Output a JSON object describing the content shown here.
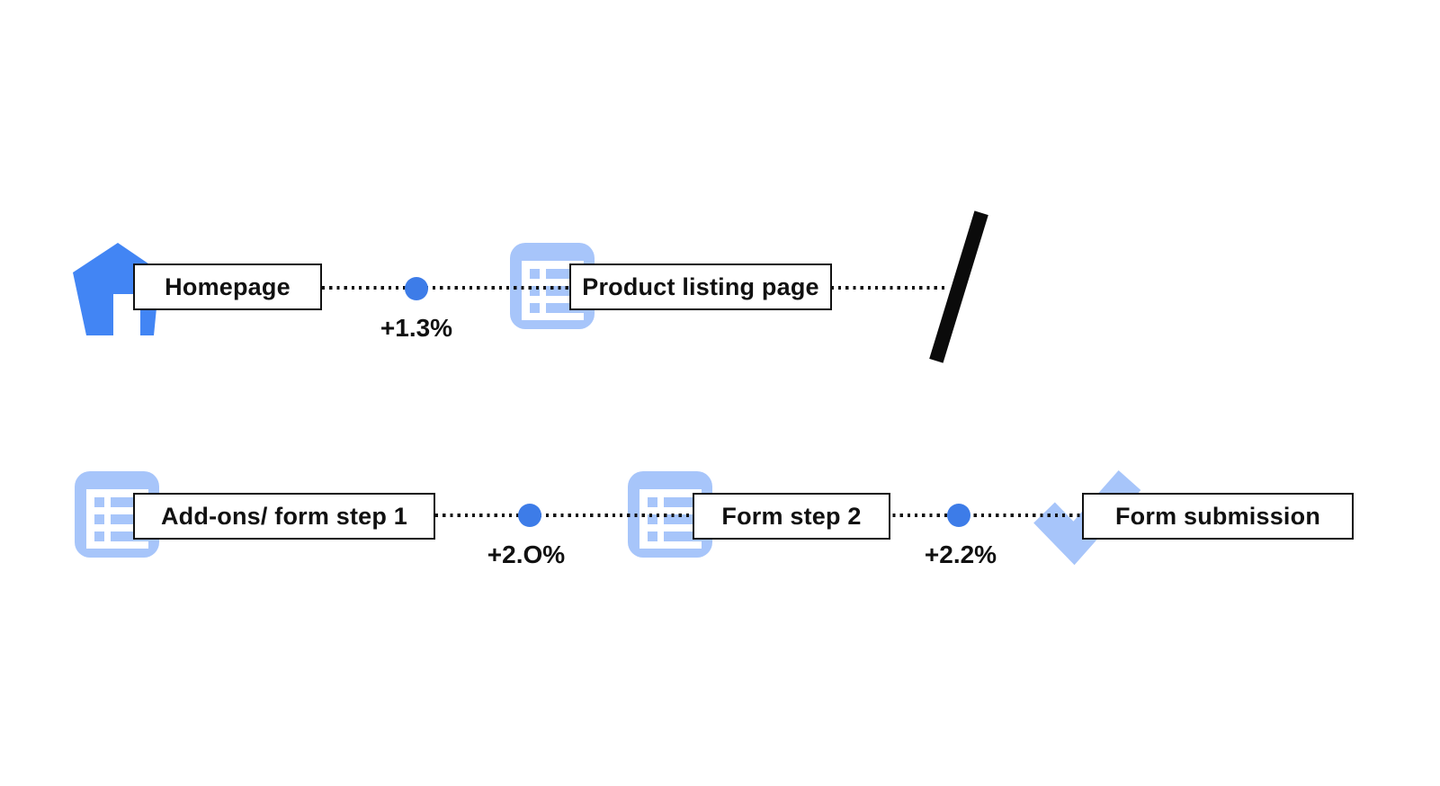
{
  "colors": {
    "primary_blue": "#4285F4",
    "dot_blue": "#3D7CE8",
    "light_blue": "#A7C5FA",
    "line_black": "#111111",
    "background": "#FFFFFF"
  },
  "diagram": {
    "row1": {
      "node1": {
        "icon": "home-icon",
        "label": "Homepage"
      },
      "connector1": {
        "delta": "+1.3%"
      },
      "node2": {
        "icon": "list-icon",
        "label": "Product listing page"
      },
      "terminator": {
        "icon": "slash-icon"
      }
    },
    "row2": {
      "node1": {
        "icon": "list-icon",
        "label": "Add-ons/ form step 1"
      },
      "connector1": {
        "delta": "+2.O%"
      },
      "node2": {
        "icon": "list-icon",
        "label": "Form step 2"
      },
      "connector2": {
        "delta": "+2.2%"
      },
      "node3": {
        "icon": "check-icon",
        "label": "Form submission"
      }
    }
  }
}
